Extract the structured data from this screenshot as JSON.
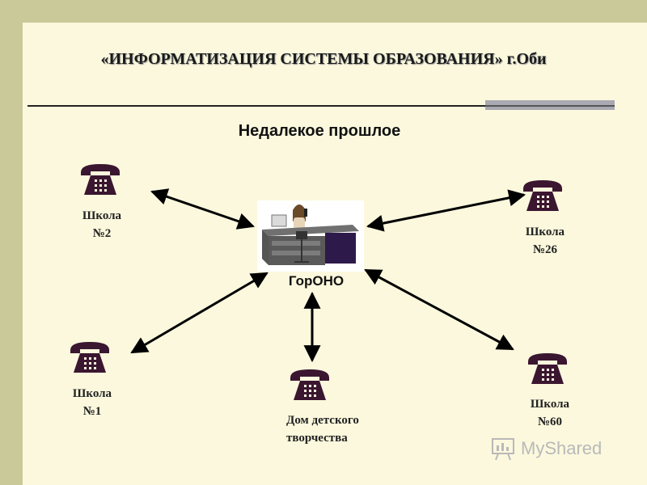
{
  "title": "«ИНФОРМАТИЗАЦИЯ СИСТЕМЫ ОБРАЗОВАНИЯ» г.Оби",
  "subtitle": "Недалекое прошлое",
  "center": {
    "label": "ГорОНО",
    "icon": "office-worker-desk-icon"
  },
  "nodes": [
    {
      "id": "school-2",
      "line1": "Школа",
      "line2": "№2",
      "icon": "telephone-icon"
    },
    {
      "id": "school-26",
      "line1": "Школа",
      "line2": "№26",
      "icon": "telephone-icon"
    },
    {
      "id": "school-1",
      "line1": "Школа",
      "line2": "№1",
      "icon": "telephone-icon"
    },
    {
      "id": "house-of-creativity",
      "line1": "Дом детского",
      "line2": "творчества",
      "icon": "telephone-icon"
    },
    {
      "id": "school-60",
      "line1": "Школа",
      "line2": "№60",
      "icon": "telephone-icon"
    }
  ],
  "edges": [
    {
      "from": "center",
      "to": "school-2",
      "arrows": "both"
    },
    {
      "from": "center",
      "to": "school-26",
      "arrows": "both"
    },
    {
      "from": "center",
      "to": "school-1",
      "arrows": "both"
    },
    {
      "from": "center",
      "to": "house-of-creativity",
      "arrows": "both"
    },
    {
      "from": "center",
      "to": "school-60",
      "arrows": "both"
    }
  ],
  "colors": {
    "background": "#fbf8dd",
    "frame": "#c9c99a",
    "phone": "#3b1630",
    "arrow": "#000000"
  },
  "watermark": {
    "text": "MyShared",
    "icon": "presentation-board-icon"
  }
}
